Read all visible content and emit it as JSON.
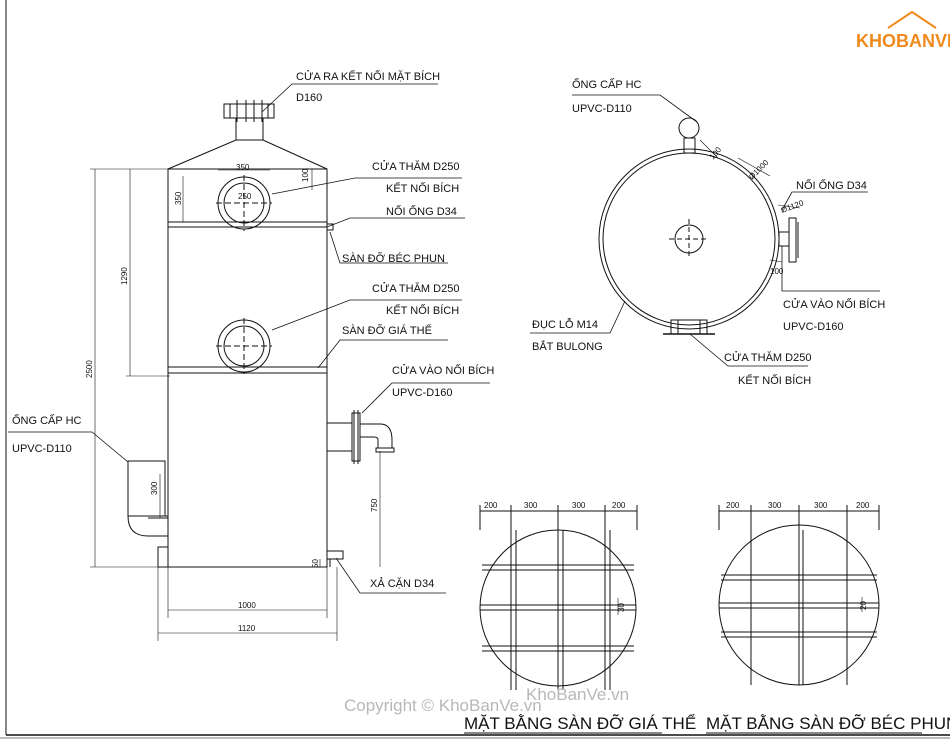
{
  "brand": {
    "logo": "KHOBANVE",
    "accent": "#f08a1c"
  },
  "watermark": {
    "text": "Copyright © KhoBanVe.vn",
    "text2": "KhoBanVe.vn"
  },
  "elevation": {
    "labels": {
      "outlet_flange": "CỬA RA KẾT NỐI MẶT BÍCH",
      "outlet_size": "D160",
      "manhole1": "CỬA THĂM D250",
      "manhole1_conn": "KẾT NỐI BÍCH",
      "pipe_d34": "NỐI ỐNG D34",
      "nozzle_floor": "SÀN ĐỠ BÉC PHUN",
      "manhole2": "CỬA THĂM D250",
      "manhole2_conn": "KẾT NỐI BÍCH",
      "packing_floor": "SÀN ĐỠ GIÁ THỂ",
      "inlet_flange": "CỬA VÀO NỐI BÍCH",
      "inlet_size": "UPVC-D160",
      "feed_pipe": "ỐNG CẤP HC",
      "feed_size": "UPVC-D110",
      "drain": "XẢ CẶN D34"
    },
    "dims": {
      "d350w": "350",
      "d100": "100",
      "d250": "250",
      "d350h": "350",
      "d1290": "1290",
      "d2500": "2500",
      "d300": "300",
      "d750": "750",
      "d50": "50",
      "d1000": "1000",
      "d1120": "1120"
    }
  },
  "plan": {
    "labels": {
      "feed_pipe": "ỐNG CẤP HC",
      "feed_size": "UPVC-D110",
      "pipe_d34": "NỐI ỐNG D34",
      "inlet": "CỬA VÀO NỐI BÍCH",
      "inlet_size": "UPVC-D160",
      "bolt": "ĐỤC LỖ M14",
      "bolt2": "BẮT BULONG",
      "manhole": "CỬA THĂM D250",
      "manhole_conn": "KẾT NỐI BÍCH"
    },
    "dims": {
      "d100a": "100",
      "d1000": "Ø1000",
      "d1120": "Ø1120",
      "d100b": "100"
    }
  },
  "packing_plan": {
    "dims": [
      "200",
      "300",
      "300",
      "200"
    ],
    "d30": "30",
    "title": "MẶT BẰNG SÀN ĐỠ GIÁ THỂ"
  },
  "nozzle_plan": {
    "dims": [
      "200",
      "300",
      "300",
      "200"
    ],
    "d20": "20",
    "title": "MẶT BẰNG SÀN ĐỠ BÉC PHUN"
  }
}
